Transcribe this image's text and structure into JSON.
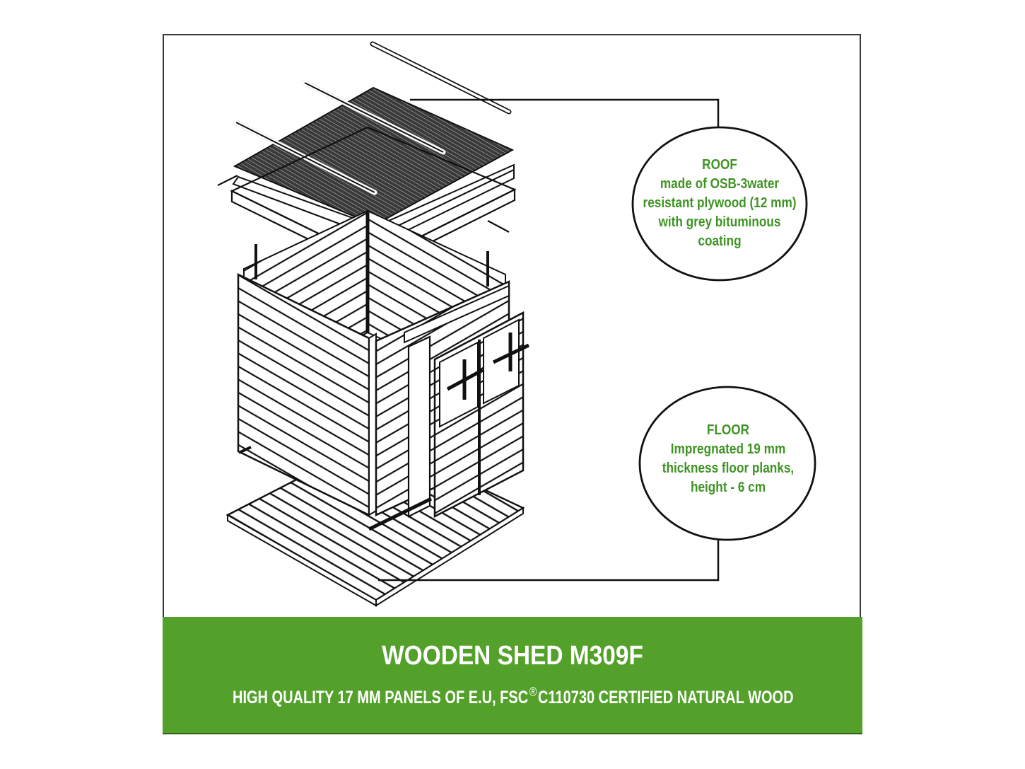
{
  "product": {
    "title": "WOODEN SHED M309F",
    "subtitle_before": "HIGH QUALITY 17 MM PANELS OF E.U, FSC",
    "subtitle_mark": "®",
    "subtitle_after": "C110730 CERTIFIED NATURAL WOOD"
  },
  "callouts": {
    "roof": {
      "heading": "ROOF",
      "lines": [
        "made of OSB-3water",
        "resistant plywood (12 mm)",
        "with grey bituminous",
        "coating"
      ]
    },
    "floor": {
      "heading": "FLOOR",
      "lines": [
        "Impregnated 19 mm",
        "thickness floor planks,",
        "height - 6 cm"
      ]
    }
  },
  "colors": {
    "accent_green": "#53a12a",
    "callout_text_green": "#3f9424",
    "line_black": "#111111",
    "roof_shingle": "#3a3a3a"
  },
  "diagram": {
    "subject": "exploded isometric drawing of wooden shed",
    "parts": [
      "roof battens",
      "bituminous roof sheet",
      "OSB roof board",
      "roof frame",
      "wall panels",
      "double doors",
      "floor"
    ]
  }
}
